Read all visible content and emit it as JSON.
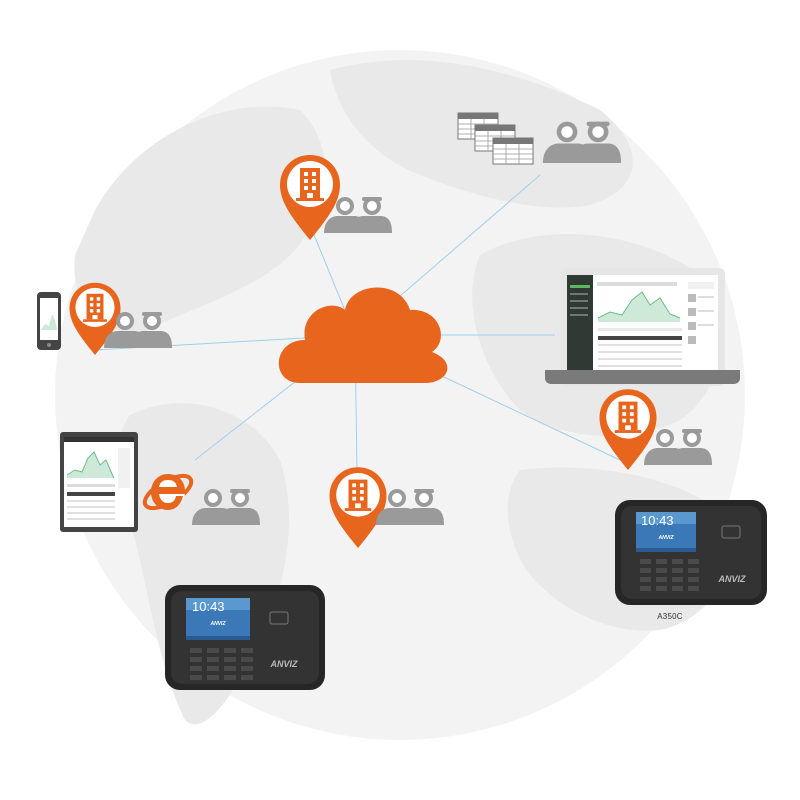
{
  "colors": {
    "accent": "#e8651e",
    "map": "#efefef",
    "people": "#9a9a9a",
    "link": "#9fd0ee",
    "device_body": "#2a2a2a"
  },
  "icons": {
    "hub": "cloud-icon",
    "sites": "building-pin-icon",
    "users": "people-icon",
    "browser": "internet-explorer-icon",
    "reports": "table-sheets-icon"
  },
  "device_small": {
    "time": "10:43",
    "brand": "ANVIZ"
  },
  "device_large": {
    "time": "10:43",
    "brand": "ANVIZ",
    "model": "A350C"
  }
}
